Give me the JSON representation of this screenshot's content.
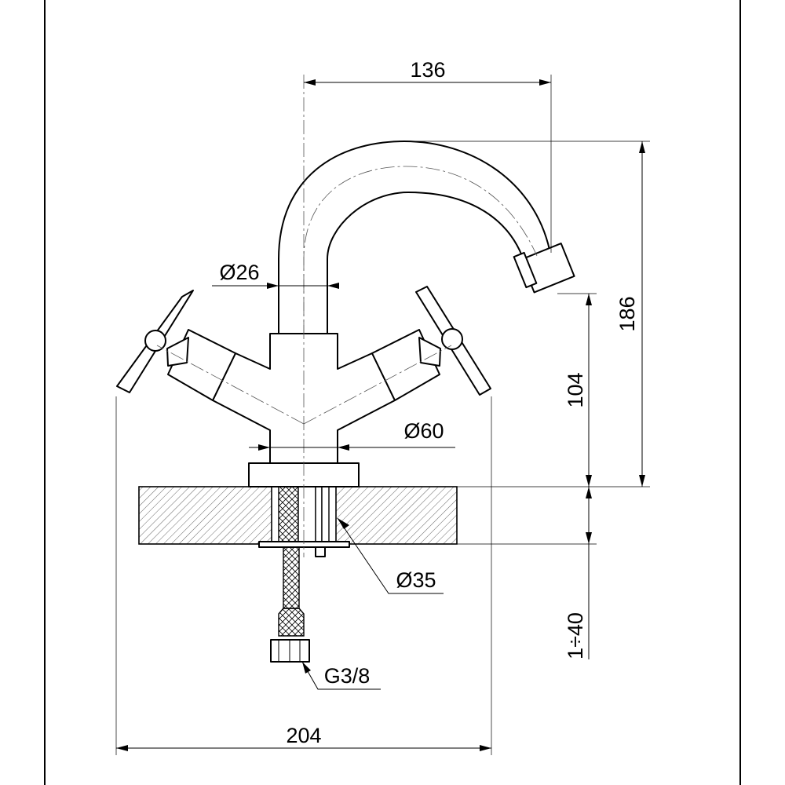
{
  "drawing": {
    "dimensions": {
      "spout_reach": "136",
      "spout_diameter": "Ø26",
      "base_diameter": "Ø60",
      "total_height": "186",
      "spout_outlet_height": "104",
      "shank_diameter": "Ø35",
      "counter_thickness": "1÷40",
      "connection_thread": "G3/8",
      "total_width": "204"
    },
    "colors": {
      "line": "#000000",
      "background": "#ffffff"
    }
  }
}
